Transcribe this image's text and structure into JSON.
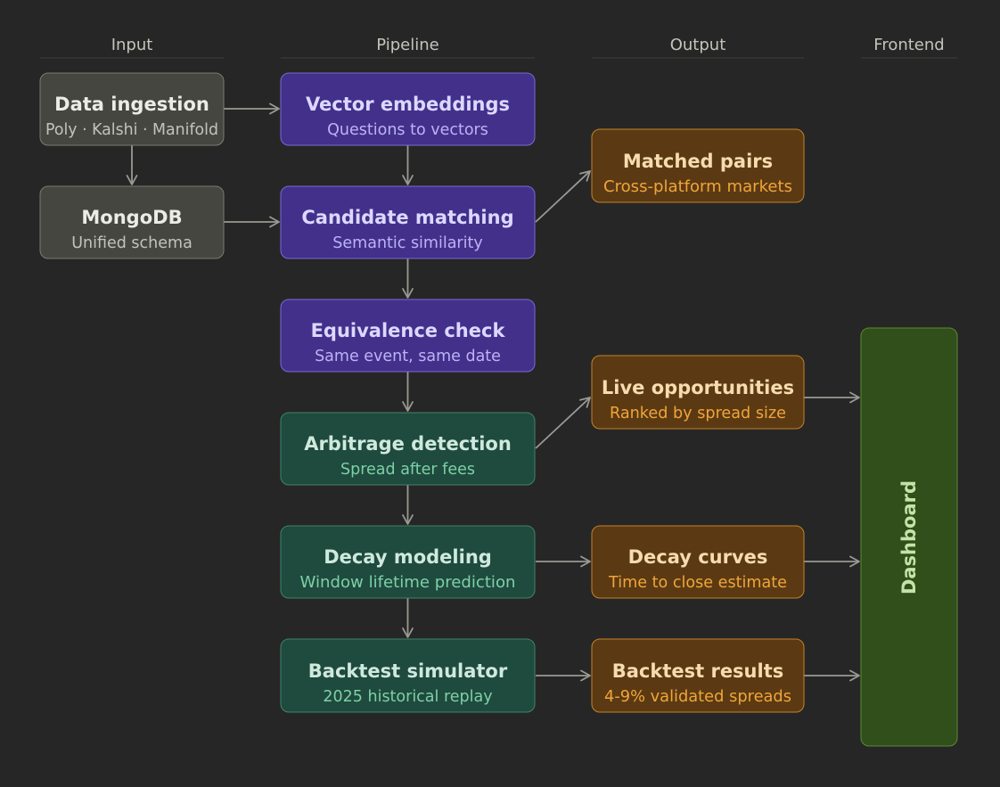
{
  "columns": {
    "input": "Input",
    "pipeline": "Pipeline",
    "output": "Output",
    "frontend": "Frontend"
  },
  "palette": {
    "background": "#262626",
    "input_fill": "#464641",
    "input_stroke": "#7b7b73",
    "input_title": "#ececE6",
    "input_sub": "#c3c3bb",
    "purple_fill": "#43308b",
    "purple_stroke": "#7a6ad2",
    "purple_title": "#dcd8ff",
    "purple_sub": "#bdb3f5",
    "teal_fill": "#1f4a3e",
    "teal_stroke": "#3f8468",
    "teal_title": "#cfe9dd",
    "teal_sub": "#7dd0a8",
    "amber_fill": "#5b3a13",
    "amber_stroke": "#c18328",
    "amber_title": "#f6dcae",
    "amber_sub": "#f0a53a",
    "green_fill": "#304f1b",
    "green_stroke": "#5c8a33",
    "green_title": "#c3e3a8",
    "arrow": "#9a9a94"
  },
  "nodes": {
    "data_ingestion": {
      "title": "Data ingestion",
      "subtitle": "Poly · Kalshi · Manifold"
    },
    "mongodb": {
      "title": "MongoDB",
      "subtitle": "Unified schema"
    },
    "vector_embeddings": {
      "title": "Vector embeddings",
      "subtitle": "Questions to vectors"
    },
    "candidate_matching": {
      "title": "Candidate matching",
      "subtitle": "Semantic similarity"
    },
    "equivalence_check": {
      "title": "Equivalence check",
      "subtitle": "Same event, same date"
    },
    "arbitrage_detection": {
      "title": "Arbitrage detection",
      "subtitle": "Spread after fees"
    },
    "decay_modeling": {
      "title": "Decay modeling",
      "subtitle": "Window lifetime prediction"
    },
    "backtest_simulator": {
      "title": "Backtest simulator",
      "subtitle": "2025 historical replay"
    },
    "matched_pairs": {
      "title": "Matched pairs",
      "subtitle": "Cross-platform markets"
    },
    "live_opportunities": {
      "title": "Live opportunities",
      "subtitle": "Ranked by spread size"
    },
    "decay_curves": {
      "title": "Decay curves",
      "subtitle": "Time to close estimate"
    },
    "backtest_results": {
      "title": "Backtest results",
      "subtitle": "4-9% validated spreads"
    },
    "dashboard": {
      "title": "Dashboard"
    }
  }
}
